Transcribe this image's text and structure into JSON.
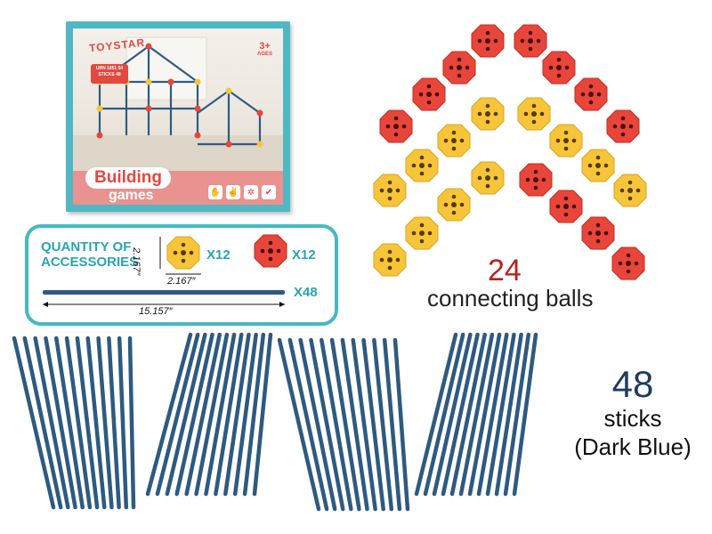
{
  "box": {
    "logo": "TOYSTAR",
    "badge_line1": "URN 1851 54",
    "badge_line2": "STICKS 48",
    "age": "3+",
    "age_label": "AGES",
    "title": "Building",
    "subtitle": "games",
    "icons": [
      "hand-icon",
      "hand-icon",
      "gear-icon",
      "check-icon"
    ]
  },
  "accessories": {
    "title": "QUANTITY OF ACCESSORIES",
    "yellow_ball_qty": "X12",
    "red_ball_qty": "X12",
    "stick_qty": "X48",
    "ball_height": "2.167″",
    "ball_width": "2.167″",
    "stick_length": "15.157″"
  },
  "balls": {
    "count": "24",
    "label": "connecting balls",
    "red_color": "#e8463b",
    "yellow_color": "#f6c53a"
  },
  "sticks": {
    "count": "48",
    "label": "sticks",
    "color_label": "(Dark Blue)",
    "color": "#2e5a80"
  }
}
